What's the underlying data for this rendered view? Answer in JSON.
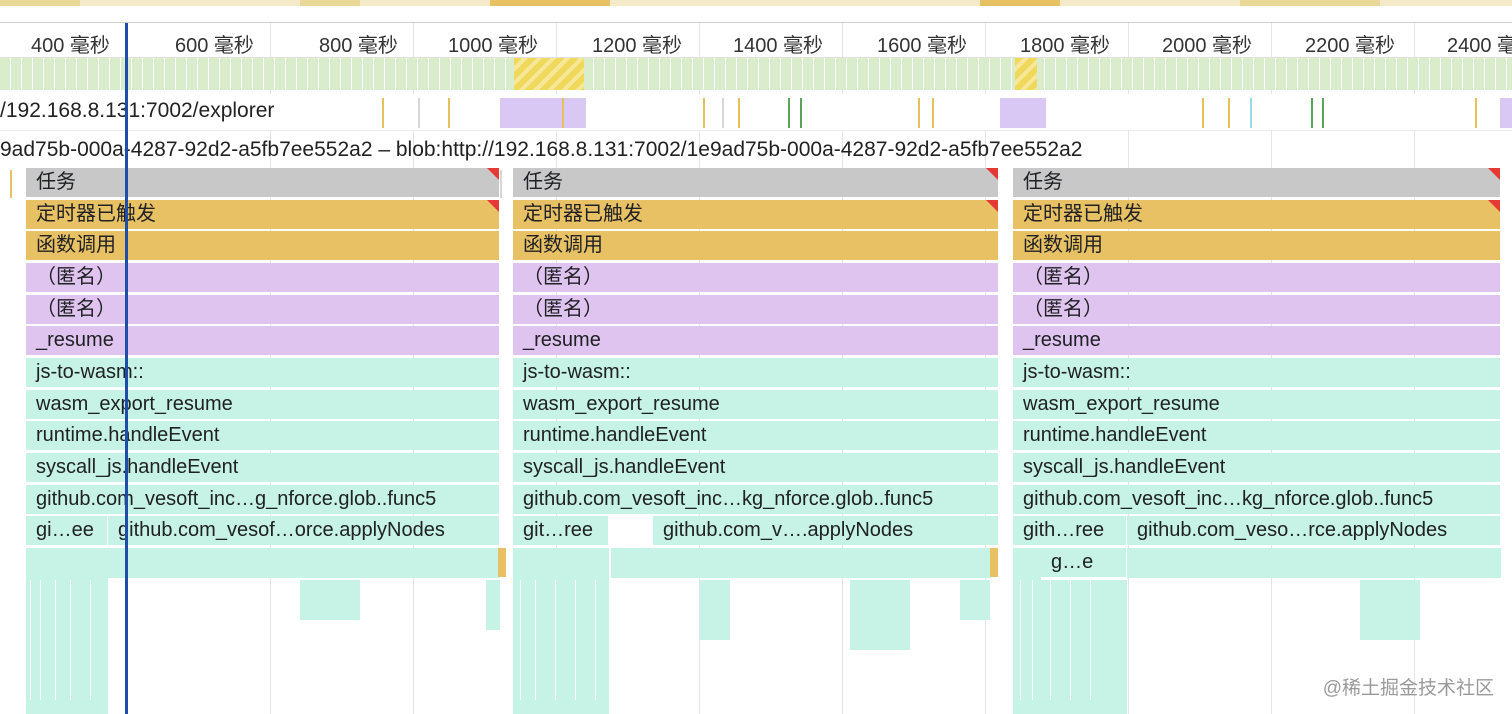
{
  "ruler": {
    "ticks": [
      "400 毫秒",
      "600 毫秒",
      "800 毫秒",
      "1000 毫秒",
      "1200 毫秒",
      "1400 毫秒",
      "1600 毫秒",
      "1800 毫秒",
      "2000 毫秒",
      "2200 毫秒",
      "2400 毫"
    ]
  },
  "network": {
    "url": "/192.168.8.131:7002/explorer"
  },
  "thread": {
    "title": "9ad75b-000a-4287-92d2-a5fb7ee552a2 – blob:http://192.168.8.131:7002/1e9ad75b-000a-4287-92d2-a5fb7ee552a2"
  },
  "flame": {
    "stack1": {
      "task": "任务",
      "timer": "定时器已触发",
      "call": "函数调用",
      "anon1": "（匿名）",
      "anon2": "（匿名）",
      "resume": "_resume",
      "jstowasm": "js-to-wasm::",
      "export": "wasm_export_resume",
      "handle": "runtime.handleEvent",
      "syscall": "syscall_js.handleEvent",
      "glob": "github.com_vesoft_inc…g_nforce.glob..func5",
      "leaf_a": "gi…ee",
      "leaf_b": "github.com_vesof…orce.applyNodes"
    },
    "stack2": {
      "task": "任务",
      "timer": "定时器已触发",
      "call": "函数调用",
      "anon1": "（匿名）",
      "anon2": "（匿名）",
      "resume": "_resume",
      "jstowasm": "js-to-wasm::",
      "export": "wasm_export_resume",
      "handle": "runtime.handleEvent",
      "syscall": "syscall_js.handleEvent",
      "glob": "github.com_vesoft_inc…kg_nforce.glob..func5",
      "leaf_a": "git…ree",
      "leaf_b": "github.com_v….applyNodes"
    },
    "stack3": {
      "task": "任务",
      "timer": "定时器已触发",
      "call": "函数调用",
      "anon1": "（匿名）",
      "anon2": "（匿名）",
      "resume": "_resume",
      "jstowasm": "js-to-wasm::",
      "export": "wasm_export_resume",
      "handle": "runtime.handleEvent",
      "syscall": "syscall_js.handleEvent",
      "glob": "github.com_vesoft_inc…kg_nforce.glob..func5",
      "leaf_a": "gith…ree",
      "leaf_b": "github.com_veso…rce.applyNodes",
      "leaf_c": "g…e"
    }
  },
  "watermark": "@稀土掘金技术社区",
  "colors": {
    "task": "#c8c8c8",
    "timer": "#e8c165",
    "anon": "#e0c4f0",
    "wasm": "#c6f3e5",
    "cursor": "#1f4ea8",
    "long_task_marker": "#e53935"
  }
}
